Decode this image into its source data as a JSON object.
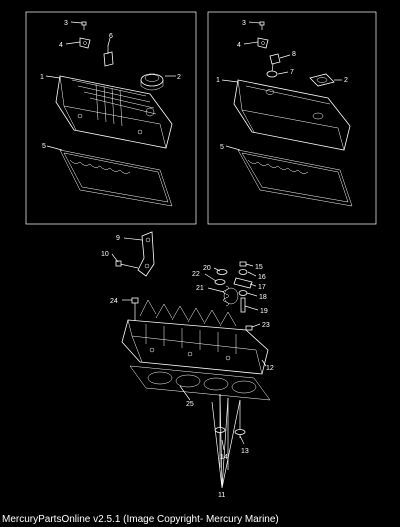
{
  "diagram": {
    "callouts": {
      "left_box": {
        "c3": "3",
        "c4": "4",
        "c6": "6",
        "c1": "1",
        "c2": "2",
        "c5": "5"
      },
      "right_box": {
        "c3": "3",
        "c4": "4",
        "c8": "8",
        "c7": "7",
        "c1": "1",
        "c2": "2",
        "c5": "5"
      },
      "head": {
        "c9": "9",
        "c10": "10",
        "c15": "15",
        "c20": "20",
        "c22": "22",
        "c16": "16",
        "c17": "17",
        "c21": "21",
        "c18": "18",
        "c19": "19",
        "c24": "24",
        "c23": "23",
        "c12": "12",
        "c25": "25",
        "c14": "14",
        "c13": "13",
        "c11": "11"
      }
    }
  },
  "footer": {
    "text": "MercuryPartsOnline v2.5.1 (Image Copyright- Mercury Marine)"
  }
}
